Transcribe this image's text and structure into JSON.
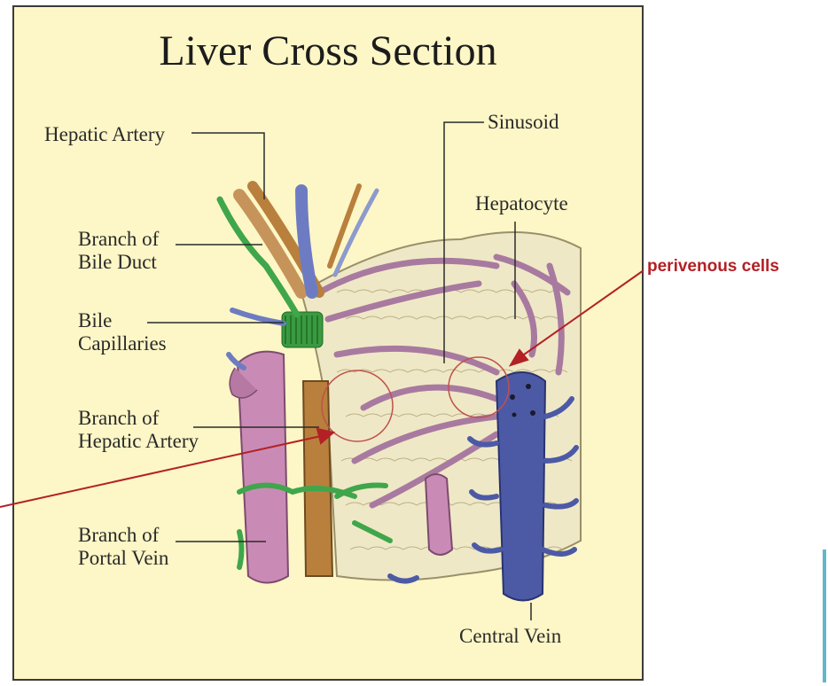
{
  "diagram": {
    "title": "Liver Cross Section",
    "labels": {
      "hepatic_artery": "Hepatic Artery",
      "branch_bile_duct_1": "Branch of",
      "branch_bile_duct_2": "Bile Duct",
      "bile_cap_1": "Bile",
      "bile_cap_2": "Capillaries",
      "branch_hep_artery_1": "Branch of",
      "branch_hep_artery_2": "Hepatic Artery",
      "branch_portal_1": "Branch of",
      "branch_portal_2": "Portal Vein",
      "sinusoid": "Sinusoid",
      "hepatocyte": "Hepatocyte",
      "central_vein": "Central Vein"
    },
    "annotation": "perivenous cells"
  },
  "colors": {
    "background": "#fdf6c6",
    "annotation_red": "#b32025",
    "portal_vein": "#c98bb5",
    "hepatic_artery": "#b8803c",
    "bile_duct": "#3fa64b",
    "central_vein": "#4c5aa6",
    "tissue": "#efe8c6"
  }
}
